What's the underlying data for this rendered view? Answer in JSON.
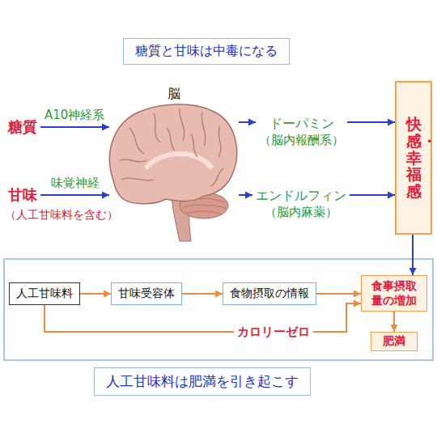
{
  "diagram": {
    "title": "糖質と甘味は中毒になる",
    "caption": "人工甘味料は肥満を引き起こす",
    "nodes": [
      {
        "text": [
          "糖質"
        ]
      },
      {
        "text": [
          "甘味"
        ]
      },
      {
        "text": [
          "脳"
        ]
      },
      {
        "text": [
          "ドーパミン",
          "（脳内報酬系）"
        ]
      },
      {
        "text": [
          "エンドルフィン",
          "（脳内麻薬）"
        ]
      },
      {
        "text": [
          "快感・幸福感"
        ]
      },
      {
        "text": [
          "人工甘味料"
        ]
      },
      {
        "text": [
          "甘味受容体"
        ]
      },
      {
        "text": [
          "食物摂取の情報"
        ]
      },
      {
        "text": [
          "食事摂取量の増加"
        ]
      },
      {
        "text": [
          "肥満"
        ]
      }
    ],
    "edges": [
      {
        "from": 0,
        "to": 2,
        "label": "A10神経系",
        "arrow": "to"
      },
      {
        "from": 1,
        "to": 2,
        "label": "味覚神経",
        "arrow": "to"
      },
      {
        "from": 2,
        "to": 3,
        "arrow": "to"
      },
      {
        "from": 2,
        "to": 4,
        "arrow": "to"
      },
      {
        "from": 3,
        "to": 5,
        "arrow": "to"
      },
      {
        "from": 4,
        "to": 5,
        "arrow": "to"
      },
      {
        "from": 5,
        "to": 9,
        "arrow": "to"
      },
      {
        "from": 6,
        "to": 7,
        "arrow": "to"
      },
      {
        "from": 7,
        "to": 8,
        "arrow": "to"
      },
      {
        "from": 8,
        "to": 9,
        "arrow": "to"
      },
      {
        "from": 6,
        "to": 9,
        "label": "カロリーゼロ",
        "arrow": "to"
      },
      {
        "from": 9,
        "to": 10,
        "arrow": "to"
      }
    ],
    "labels": [
      "（人工甘味料を含む）"
    ]
  }
}
